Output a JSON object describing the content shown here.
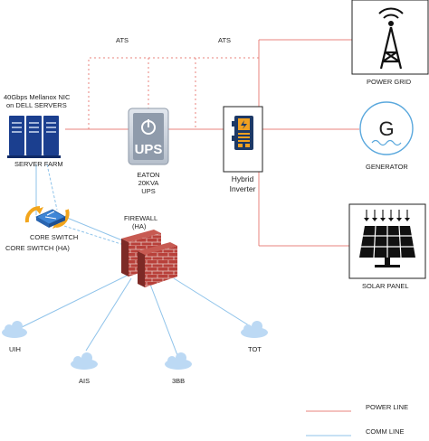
{
  "diagram": {
    "links": {
      "ats_left": "ATS",
      "ats_right": "ATS"
    },
    "nodes": {
      "server_nic": "40Gbps Mellanox NIC",
      "server_desc": "on DELL SERVERS",
      "server_farm": "SERVER FARM",
      "ups_brand": "EATON",
      "ups_rating": "20KVA",
      "ups_type": "UPS",
      "ups_badge": "UPS",
      "inverter_line1": "Hybrid",
      "inverter_line2": "Inverter",
      "power_grid": "POWER GRID",
      "generator": "GENERATOR",
      "generator_letter": "G",
      "solar_panel": "SOLAR PANEL",
      "core_switch": "CORE SWITCH",
      "core_switch_ha": "CORE SWITCH (HA)",
      "firewall": "FIREWALL",
      "firewall_ha": "(HA)",
      "uih": "UIH",
      "ais": "AIS",
      "3bb": "3BB",
      "tot": "TOT"
    },
    "legend": {
      "power_line": "POWER LINE",
      "comm_line": "COMM LINE"
    },
    "colors": {
      "power_line": "#e8837c",
      "comm_line": "#8fc3ea",
      "server_blue": "#1b3f8f",
      "ups_gray": "#c9d1dc",
      "inverter_blue": "#1d3966",
      "inverter_accent": "#f0a020",
      "firewall_brick": "#b8403a",
      "cloud_blue": "#bcd9f4",
      "switch_blue": "#3f86d6",
      "switch_orange": "#f2a51c"
    }
  }
}
